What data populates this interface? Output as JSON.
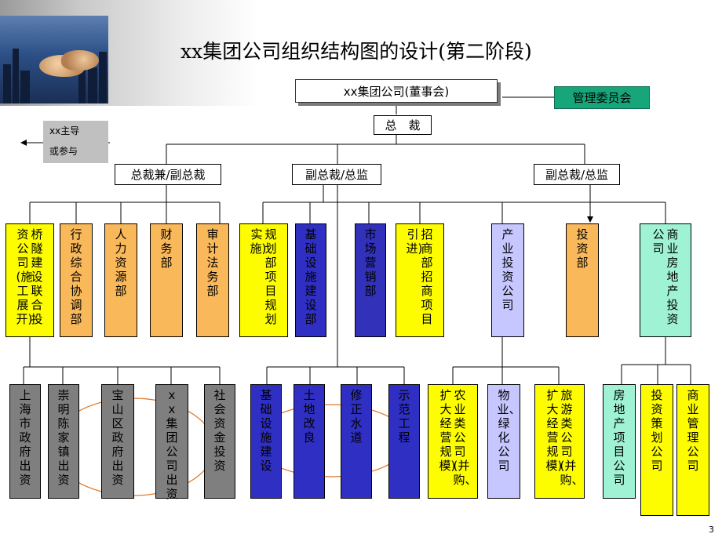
{
  "title": "xx集团公司组织结构图的设计(第二阶段)",
  "page_number": "3",
  "colors": {
    "orange": "#f9b85a",
    "yellow": "#fdfd00",
    "navy": "#2f2fc4",
    "lavender": "#c7c7ff",
    "mint": "#9ff3d4",
    "gray": "#7f7f7f",
    "committee_green": "#17a67a",
    "ellipse": "#e07a2c"
  },
  "board": "xx集团公司(董事会)",
  "committee": "管理委员会",
  "note": [
    "xx主导",
    "或参与"
  ],
  "president": "总　裁",
  "vp_left": "总裁兼/副总裁",
  "vp_mid": "副总裁/总监",
  "vp_right": "副总裁/总监",
  "depts": [
    {
      "cols": [
        "桥隧建设联合投",
        "资公司(施工展开)"
      ]
    },
    {
      "cols": [
        "行政综合协调部"
      ]
    },
    {
      "cols": [
        "人力资源部"
      ]
    },
    {
      "cols": [
        "财务部"
      ]
    },
    {
      "cols": [
        "审计法务部"
      ]
    },
    {
      "cols": [
        "规划部项目规划",
        "实施)"
      ]
    },
    {
      "cols": [
        "基础设施建设部"
      ]
    },
    {
      "cols": [
        "市场营销部"
      ]
    },
    {
      "cols": [
        "招商部招商项目",
        "引进)"
      ]
    },
    {
      "cols": [
        "产业投资公司"
      ]
    },
    {
      "cols": [
        "投资部"
      ]
    },
    {
      "cols": [
        "商业房地产投资",
        "公司"
      ]
    }
  ],
  "subs": [
    {
      "cols": [
        "上海市政府出资"
      ]
    },
    {
      "cols": [
        "崇明陈家镇出资"
      ]
    },
    {
      "cols": [
        "宝山区政府出资"
      ]
    },
    {
      "cols": [
        "xx集团公司出资"
      ]
    },
    {
      "cols": [
        "社会资金投资"
      ]
    },
    {
      "cols": [
        "基础设施建设"
      ]
    },
    {
      "cols": [
        "土地改良"
      ]
    },
    {
      "cols": [
        "修正水道"
      ]
    },
    {
      "cols": [
        "示范工程"
      ]
    },
    {
      "cols": [
        "农业类公司(并购、",
        "扩大经营规模)"
      ]
    },
    {
      "cols": [
        "物业、绿化公司"
      ]
    },
    {
      "cols": [
        "旅游类公司(并购、",
        "扩大经营规模)"
      ]
    },
    {
      "cols": [
        "房地产项目公司"
      ]
    },
    {
      "cols": [
        "投资策划公司"
      ]
    },
    {
      "cols": [
        "商业管理公司"
      ]
    }
  ]
}
